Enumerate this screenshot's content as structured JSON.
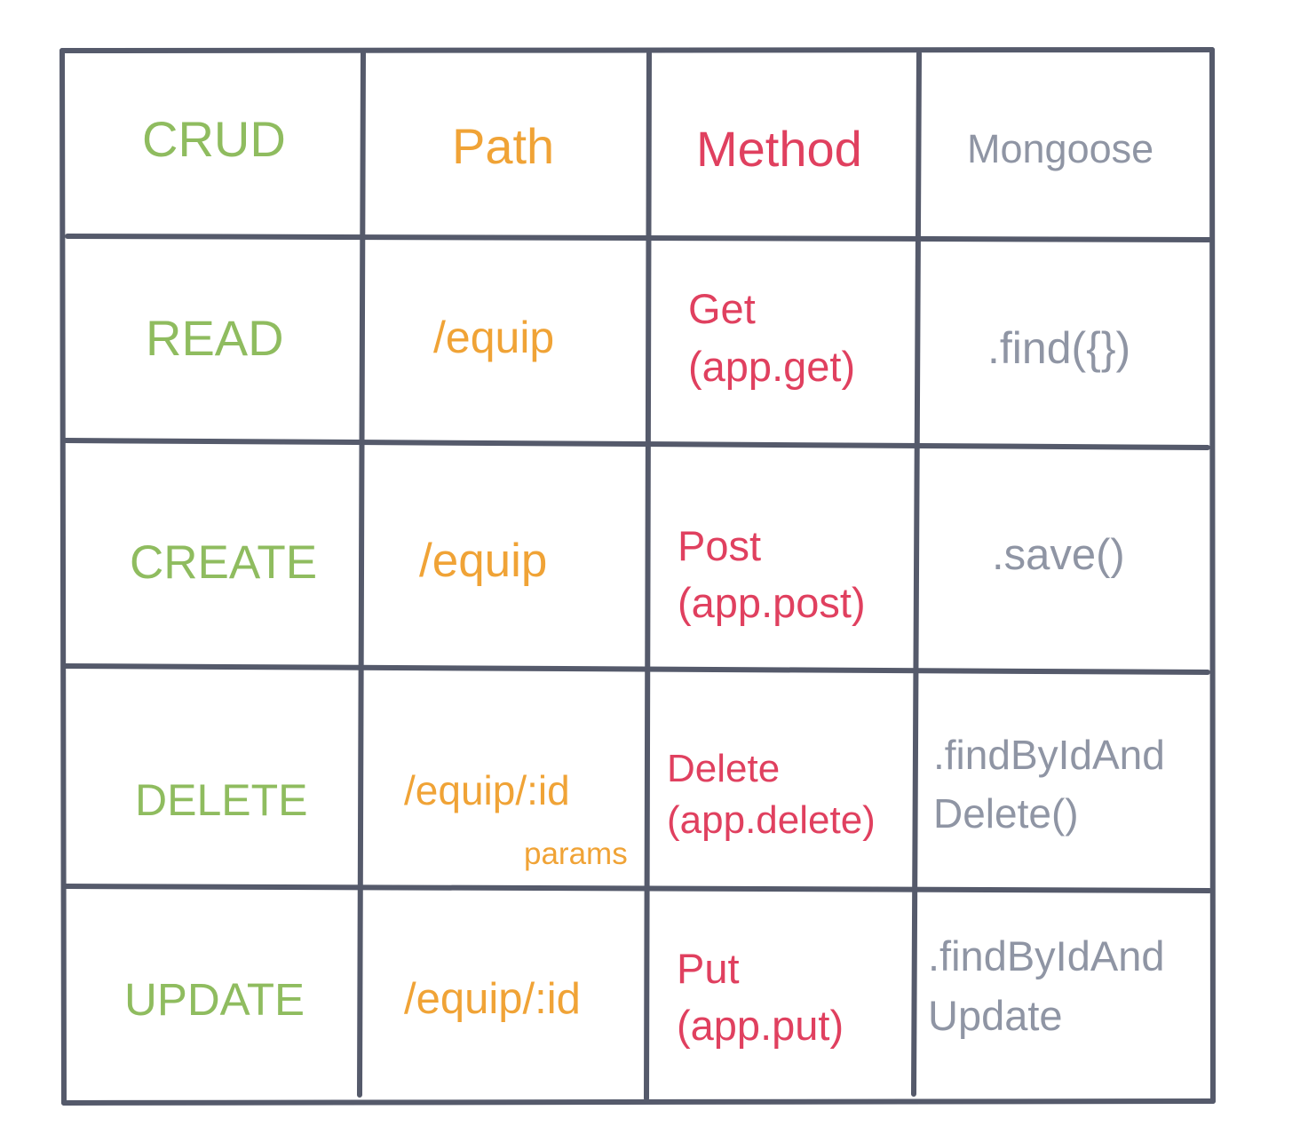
{
  "colors": {
    "crud": "#8fbc5f",
    "path": "#f0a336",
    "method": "#e0405f",
    "mongoose": "#8f95a4",
    "grid": "#555a6b"
  },
  "header": {
    "crud": "CRUD",
    "path": "Path",
    "method": "Method",
    "mongoose": "Mongoose"
  },
  "rows": [
    {
      "crud": "READ",
      "path": "/equip",
      "method_line1": "Get",
      "method_line2": "(app.get)",
      "mongoose_line1": ".find({})"
    },
    {
      "crud": "CREATE",
      "path": "/equip",
      "method_line1": "Post",
      "method_line2": "(app.post)",
      "mongoose_line1": ".save()"
    },
    {
      "crud": "DELETE",
      "path": "/equip/:id",
      "path_note": "params",
      "method_line1": "Delete",
      "method_line2": "(app.delete)",
      "mongoose_line1": ".findByIdAnd",
      "mongoose_line2": "Delete()"
    },
    {
      "crud": "UPDATE",
      "path": "/equip/:id",
      "method_line1": "Put",
      "method_line2": "(app.put)",
      "mongoose_line1": ".findByIdAnd",
      "mongoose_line2": "Update"
    }
  ]
}
